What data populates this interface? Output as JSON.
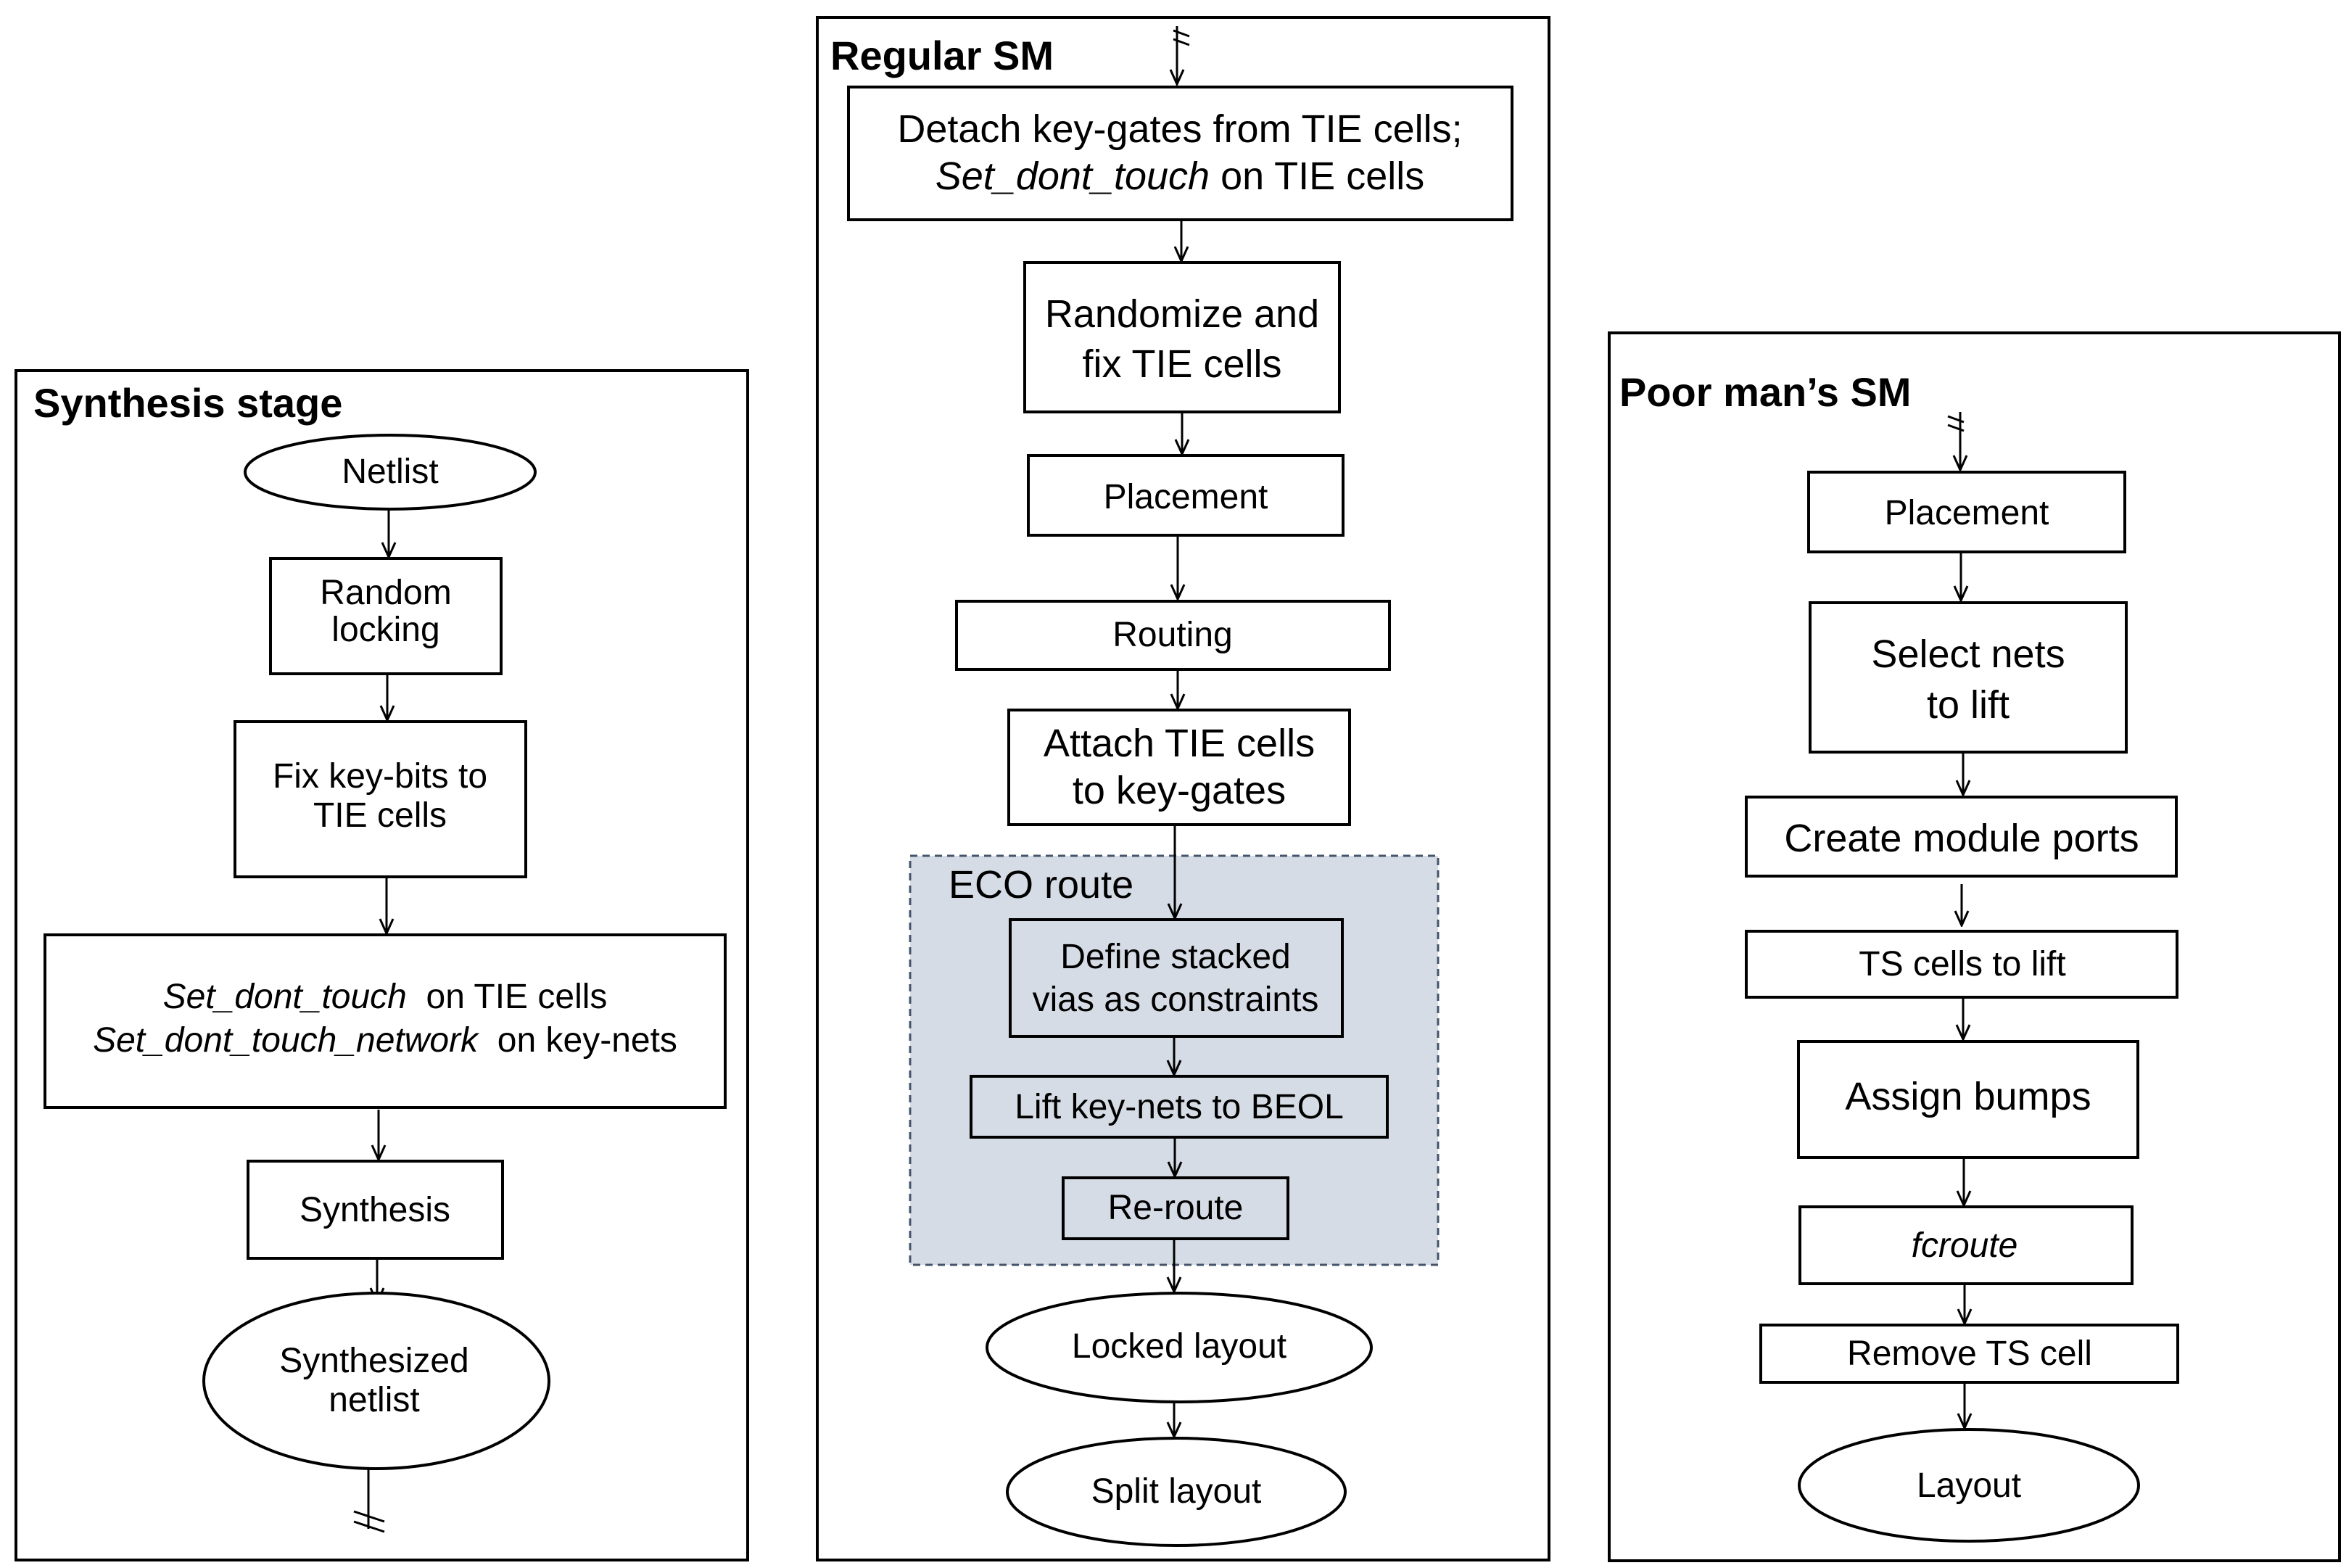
{
  "panels": {
    "synthesis": {
      "title": "Synthesis stage",
      "steps": {
        "netlist": "Netlist",
        "random_locking": [
          "Random",
          "locking"
        ],
        "fix_key_bits": [
          "Fix key-bits to",
          "TIE cells"
        ],
        "dont_touch_line1": {
          "italic": "Set_dont_touch",
          "normal": "on TIE cells"
        },
        "dont_touch_line2": {
          "italic": "Set_dont_touch_network",
          "normal": "on key-nets"
        },
        "synthesis": "Synthesis",
        "synthesized_netlist": [
          "Synthesized",
          "netlist"
        ]
      }
    },
    "regular": {
      "title": "Regular SM",
      "steps": {
        "detach_line1": "Detach key-gates from TIE cells;",
        "detach_line2": {
          "italic": "Set_dont_touch",
          "normal": "on TIE cells"
        },
        "randomize": [
          "Randomize and",
          "fix TIE cells"
        ],
        "placement": "Placement",
        "routing": "Routing",
        "attach": [
          "Attach TIE cells",
          "to key-gates"
        ],
        "eco_title": "ECO route",
        "define_stacked": [
          "Define stacked",
          "vias as constraints"
        ],
        "lift_key_nets": "Lift key-nets to BEOL",
        "reroute": "Re-route",
        "locked_layout": "Locked layout",
        "split_layout": "Split layout"
      }
    },
    "poor": {
      "title": "Poor man’s SM",
      "steps": {
        "placement": "Placement",
        "select_nets": [
          "Select nets",
          "to lift"
        ],
        "create_ports": "Create module ports",
        "ts_cells": "TS cells to lift",
        "assign_bumps": "Assign bumps",
        "fcroute": "fcroute",
        "remove_ts": "Remove TS cell",
        "layout": "Layout"
      }
    }
  },
  "colors": {
    "stroke": "#000000",
    "eco_fill": "#d6dce5",
    "eco_border": "#44546a",
    "background": "#ffffff"
  }
}
